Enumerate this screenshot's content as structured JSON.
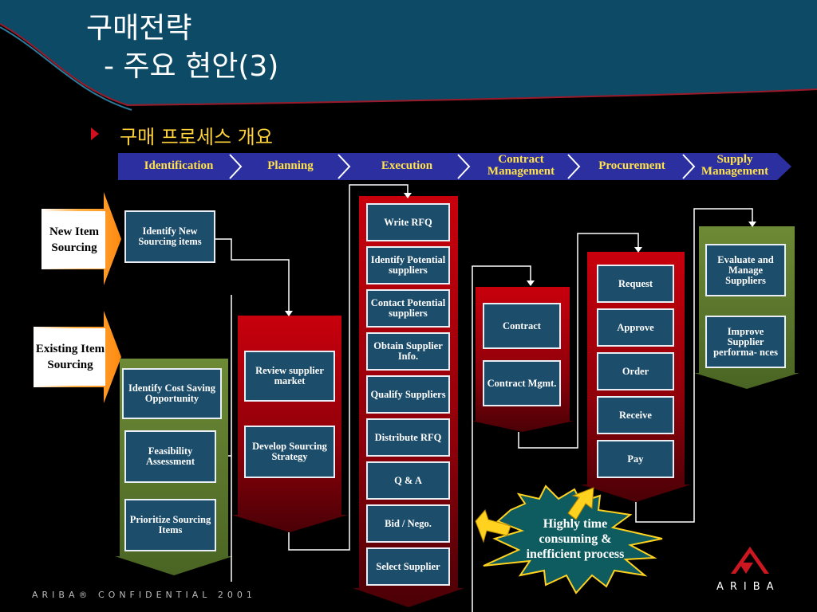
{
  "header": {
    "title": "구매전략",
    "subtitle": "- 주요 현안(3)"
  },
  "bullet": {
    "text": "구매 프로세스 개요"
  },
  "stages": [
    "Identification",
    "Planning",
    "Execution",
    "Contract Management",
    "Procurement",
    "Supply Management"
  ],
  "side_labels": {
    "new_item": "New Item Sourcing",
    "existing_item": "Existing Item Sourcing"
  },
  "identification": {
    "new": "Identify  New Sourcing items",
    "existing": [
      "Identify  Cost Saving Opportunity",
      "Feasibility Assessment",
      "Prioritize Sourcing Items"
    ]
  },
  "planning": [
    "Review supplier market",
    "Develop Sourcing Strategy"
  ],
  "execution": [
    "Write RFQ",
    "Identify Potential suppliers",
    "Contact Potential suppliers",
    "Obtain Supplier Info.",
    "Qualify Suppliers",
    "Distribute RFQ",
    "Q & A",
    "Bid / Nego.",
    "Select Supplier"
  ],
  "contract_management": [
    "Contract",
    "Contract Mgmt."
  ],
  "procurement": [
    "Request",
    "Approve",
    "Order",
    "Receive",
    "Pay"
  ],
  "supply_management": [
    "Evaluate and Manage Suppliers",
    "Improve Supplier performa- nces"
  ],
  "callout": "Highly time consuming & inefficient process",
  "footer": {
    "confidential": "ARIBA® CONFIDENTIAL 2001",
    "logo": "ARIBA"
  },
  "colors": {
    "header_bg": "#0d4a66",
    "stage_bar": "#2b2fa0",
    "box": "#1c4d6b",
    "red_arrow": "#b3000b",
    "green_arrow": "#5c7a2e",
    "star": "#0f5c60",
    "orange": "#ffa021"
  }
}
